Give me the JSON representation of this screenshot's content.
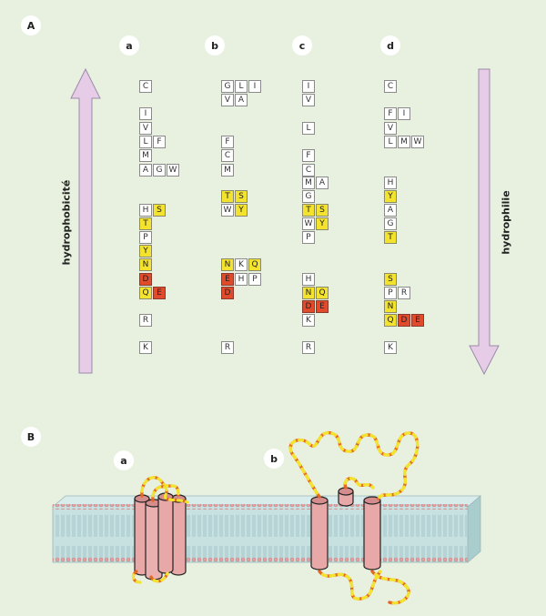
{
  "panel_labels": {
    "A": "A",
    "B": "B"
  },
  "column_labels": [
    "a",
    "b",
    "c",
    "d"
  ],
  "axis_labels": {
    "left": "hydrophobicité",
    "right": "hydrophilie"
  },
  "membrane_labels": [
    "a",
    "b"
  ],
  "colors": {
    "background": "#e8f1e0",
    "hydrophobic_arrow": "#e6cce6",
    "yellow_residue": "#f3e22e",
    "red_residue": "#e24a2c",
    "helix": "#e8a8a8",
    "membrane_core": "#b9d8d8"
  },
  "columns": [
    [
      [
        {
          "t": "C",
          "c": "w"
        }
      ],
      [
        {
          "t": "I",
          "c": "w"
        }
      ],
      [
        {
          "t": "V",
          "c": "w"
        }
      ],
      [
        {
          "t": "L",
          "c": "w"
        },
        {
          "t": "F",
          "c": "w"
        }
      ],
      [
        {
          "t": "M",
          "c": "w"
        }
      ],
      [
        {
          "t": "A",
          "c": "w"
        },
        {
          "t": "G",
          "c": "w"
        },
        {
          "t": "W",
          "c": "w"
        }
      ],
      [
        {
          "t": "H",
          "c": "w"
        },
        {
          "t": "S",
          "c": "y"
        }
      ],
      [
        {
          "t": "T",
          "c": "y"
        }
      ],
      [
        {
          "t": "P",
          "c": "w"
        }
      ],
      [
        {
          "t": "Y",
          "c": "y"
        }
      ],
      [
        {
          "t": "N",
          "c": "y"
        }
      ],
      [
        {
          "t": "D",
          "c": "r"
        }
      ],
      [
        {
          "t": "Q",
          "c": "y"
        },
        {
          "t": "E",
          "c": "r"
        }
      ],
      [
        {
          "t": "R",
          "c": "w"
        }
      ],
      [
        {
          "t": "K",
          "c": "w"
        }
      ]
    ],
    [
      [
        {
          "t": "G",
          "c": "w"
        },
        {
          "t": "L",
          "c": "w"
        },
        {
          "t": "I",
          "c": "w"
        }
      ],
      [
        {
          "t": "V",
          "c": "w"
        },
        {
          "t": "A",
          "c": "w"
        }
      ],
      [
        {
          "t": "F",
          "c": "w"
        }
      ],
      [
        {
          "t": "C",
          "c": "w"
        }
      ],
      [
        {
          "t": "M",
          "c": "w"
        }
      ],
      [
        {
          "t": "T",
          "c": "y"
        },
        {
          "t": "S",
          "c": "y"
        }
      ],
      [
        {
          "t": "W",
          "c": "w"
        },
        {
          "t": "Y",
          "c": "y"
        }
      ],
      [
        {
          "t": "N",
          "c": "y"
        },
        {
          "t": "K",
          "c": "w"
        },
        {
          "t": "Q",
          "c": "y"
        }
      ],
      [
        {
          "t": "E",
          "c": "r"
        },
        {
          "t": "H",
          "c": "w"
        },
        {
          "t": "P",
          "c": "w"
        }
      ],
      [
        {
          "t": "D",
          "c": "r"
        }
      ],
      [
        {
          "t": "R",
          "c": "w"
        }
      ]
    ],
    [
      [
        {
          "t": "I",
          "c": "w"
        }
      ],
      [
        {
          "t": "V",
          "c": "w"
        }
      ],
      [
        {
          "t": "L",
          "c": "w"
        }
      ],
      [
        {
          "t": "F",
          "c": "w"
        }
      ],
      [
        {
          "t": "C",
          "c": "w"
        }
      ],
      [
        {
          "t": "M",
          "c": "w"
        },
        {
          "t": "A",
          "c": "w"
        }
      ],
      [
        {
          "t": "G",
          "c": "w"
        }
      ],
      [
        {
          "t": "T",
          "c": "y"
        },
        {
          "t": "S",
          "c": "y"
        }
      ],
      [
        {
          "t": "W",
          "c": "w"
        },
        {
          "t": "Y",
          "c": "y"
        }
      ],
      [
        {
          "t": "P",
          "c": "w"
        }
      ],
      [
        {
          "t": "H",
          "c": "w"
        }
      ],
      [
        {
          "t": "N",
          "c": "y"
        },
        {
          "t": "Q",
          "c": "y"
        }
      ],
      [
        {
          "t": "D",
          "c": "r"
        },
        {
          "t": "E",
          "c": "r"
        }
      ],
      [
        {
          "t": "K",
          "c": "w"
        }
      ],
      [
        {
          "t": "R",
          "c": "w"
        }
      ]
    ],
    [
      [
        {
          "t": "C",
          "c": "w"
        }
      ],
      [
        {
          "t": "F",
          "c": "w"
        },
        {
          "t": "I",
          "c": "w"
        }
      ],
      [
        {
          "t": "V",
          "c": "w"
        }
      ],
      [
        {
          "t": "L",
          "c": "w"
        },
        {
          "t": "M",
          "c": "w"
        },
        {
          "t": "W",
          "c": "w"
        }
      ],
      [
        {
          "t": "H",
          "c": "w"
        }
      ],
      [
        {
          "t": "Y",
          "c": "y"
        }
      ],
      [
        {
          "t": "A",
          "c": "w"
        }
      ],
      [
        {
          "t": "G",
          "c": "w"
        }
      ],
      [
        {
          "t": "T",
          "c": "y"
        }
      ],
      [
        {
          "t": "S",
          "c": "y"
        }
      ],
      [
        {
          "t": "P",
          "c": "w"
        },
        {
          "t": "R",
          "c": "w"
        }
      ],
      [
        {
          "t": "N",
          "c": "y"
        }
      ],
      [
        {
          "t": "Q",
          "c": "y"
        },
        {
          "t": "D",
          "c": "r"
        },
        {
          "t": "E",
          "c": "r"
        }
      ],
      [
        {
          "t": "K",
          "c": "w"
        }
      ]
    ]
  ]
}
